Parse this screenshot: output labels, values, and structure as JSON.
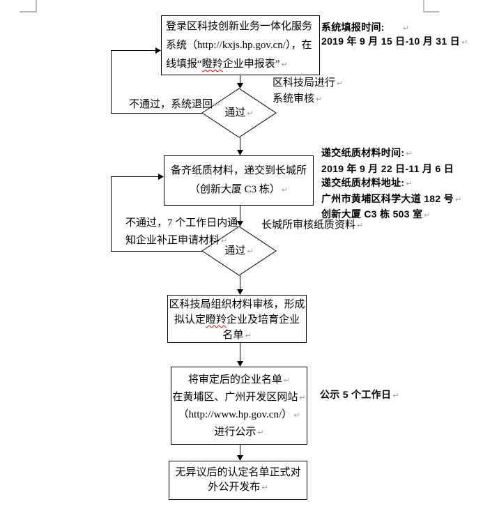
{
  "marks": {
    "return": "↵"
  },
  "colors": {
    "line": "#000000",
    "crop_mark": "#a6a6a6",
    "squiggle": "#ff0000",
    "text": "#000000"
  },
  "flow": {
    "box1": {
      "line1": "登录区科技创新业务一体化服务",
      "line2": "系统（http://kxjs.hp.gov.cn/），在",
      "line3_pre": "线填报“",
      "line3_word": "瞪羚",
      "line3_post": "企业申报表”"
    },
    "decision1": {
      "label": "通过"
    },
    "decision2": {
      "label": "通过"
    },
    "box2": {
      "line1": "备齐纸质材料，递交到长城所",
      "line2": "（创新大厦 C3 栋）"
    },
    "box3": {
      "line1": "区科技局组织材料审核，形成",
      "line2_pre": "拟认定",
      "line2_word": "瞪羚",
      "line2_post": "企业及培育企业",
      "line3": "名单"
    },
    "box4": {
      "line1": "将审定后的企业名单",
      "line2": "在黄埔区、广州开发区网站",
      "line3": "（http://www.hp.gov.cn/）",
      "line4": "进行公示"
    },
    "box5": {
      "line1": "无异议后的认定名单正式对",
      "line2": "外公开发布"
    },
    "labels": {
      "review1_line1": "区科技局进行",
      "review1_line2": "系统审核",
      "fail1": "不通过，系统退回",
      "review2": "长城所审核纸质资料",
      "fail2_line1": "不通过，7 个工作日内通",
      "fail2_line2": "知企业补正申请材料",
      "publicity": "公示 5 个工作日"
    },
    "annotations": {
      "ann1_line1": "系统填报时间:",
      "ann1_line2": "2019 年 9 月 15 日-10 月 31 日",
      "ann2_line1": "递交纸质材料时间:",
      "ann2_line2": "2019 年 9 月 22 日-11 月 6 日",
      "ann2_line3": "递交纸质材料地址:",
      "ann2_line4": "广州市黄埔区科学大道 182 号",
      "ann2_line5": "创新大厦 C3 栋 503 室"
    }
  }
}
